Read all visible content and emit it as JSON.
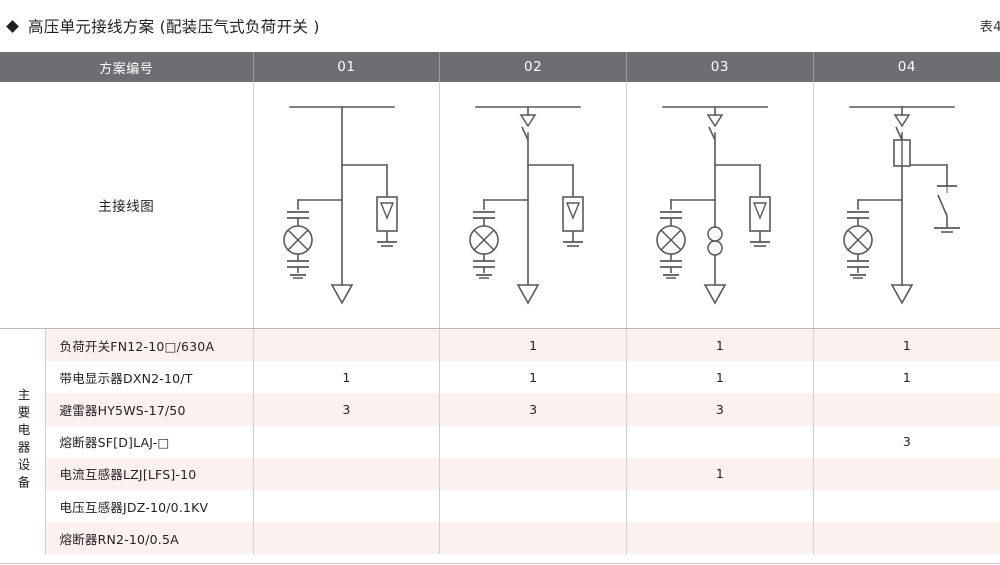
{
  "title": {
    "bullet": "diamond-bullet",
    "text": "高压单元接线方案 (配装压气式负荷开关 )",
    "table_number": "表4"
  },
  "table": {
    "header": {
      "row_label": "方案编号",
      "columns": [
        "01",
        "02",
        "03",
        "04"
      ]
    },
    "diagram_row": {
      "label": "主接线图",
      "diagrams": [
        {
          "scheme": "01",
          "components": [
            "busbar",
            "voltage-indicator",
            "surge-arrester",
            "cable-outlet"
          ]
        },
        {
          "scheme": "02",
          "components": [
            "busbar",
            "load-switch",
            "voltage-indicator",
            "surge-arrester",
            "cable-outlet"
          ]
        },
        {
          "scheme": "03",
          "components": [
            "busbar",
            "load-switch",
            "current-transformer",
            "voltage-indicator",
            "surge-arrester",
            "cable-outlet"
          ]
        },
        {
          "scheme": "04",
          "components": [
            "busbar",
            "load-switch",
            "fuse",
            "voltage-indicator",
            "earthing-switch",
            "cable-outlet"
          ]
        }
      ]
    },
    "group_label": "主要电器设备",
    "rows": [
      {
        "name": "负荷开关FN12-10□/630A",
        "values": [
          "",
          "1",
          "1",
          "1"
        ]
      },
      {
        "name": "带电显示器DXN2-10/T",
        "values": [
          "1",
          "1",
          "1",
          "1"
        ]
      },
      {
        "name": "避雷器HY5WS-17/50",
        "values": [
          "3",
          "3",
          "3",
          ""
        ]
      },
      {
        "name": "熔断器SF[D]LAJ-□",
        "values": [
          "",
          "",
          "",
          "3"
        ]
      },
      {
        "name": "电流互感器LZJ[LFS]-10",
        "values": [
          "",
          "",
          "1",
          ""
        ]
      },
      {
        "name": "电压互感器JDZ-10/0.1KV",
        "values": [
          "",
          "",
          "",
          ""
        ]
      },
      {
        "name": "熔断器RN2-10/0.5A",
        "values": [
          "",
          "",
          "",
          ""
        ]
      }
    ]
  },
  "colors": {
    "header_bg": "#6d6e71",
    "row_stripe": "#fdf1ef",
    "text": "#231f20",
    "line": "#58595b",
    "border": "#cfd0d1"
  }
}
